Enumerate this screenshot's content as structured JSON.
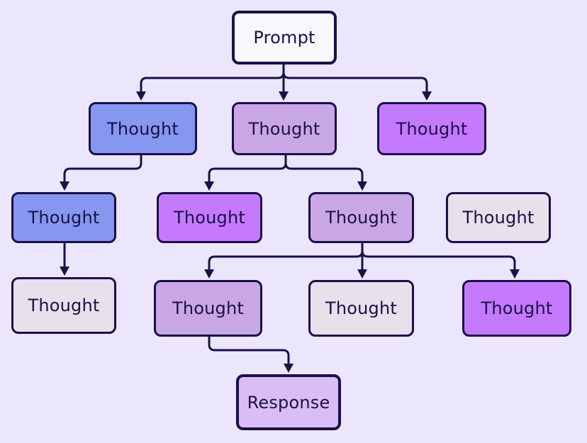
{
  "diagram": {
    "type": "tree-of-thought flowchart",
    "colors": {
      "background": "#ece6fd",
      "stroke": "#1b1049",
      "text": "#1b1049",
      "blue": "#8597ee",
      "lavender": "#c9a7e6",
      "purple": "#c57afe",
      "grey": "#e8e0ea",
      "white": "#f7f7fd",
      "response": "#dbbdf5"
    },
    "nodes": {
      "prompt": {
        "label": "Prompt",
        "color": "white"
      },
      "t1a": {
        "label": "Thought",
        "color": "blue"
      },
      "t1b": {
        "label": "Thought",
        "color": "lavender"
      },
      "t1c": {
        "label": "Thought",
        "color": "purple"
      },
      "t2a": {
        "label": "Thought",
        "color": "blue"
      },
      "t2b": {
        "label": "Thought",
        "color": "purple"
      },
      "t2c": {
        "label": "Thought",
        "color": "lavender"
      },
      "t2d": {
        "label": "Thought",
        "color": "grey"
      },
      "t3a": {
        "label": "Thought",
        "color": "grey"
      },
      "t3b": {
        "label": "Thought",
        "color": "lavender"
      },
      "t3c": {
        "label": "Thought",
        "color": "grey"
      },
      "t3d": {
        "label": "Thought",
        "color": "purple"
      },
      "response": {
        "label": "Response",
        "color": "response"
      }
    },
    "edges": [
      [
        "prompt",
        "t1a"
      ],
      [
        "prompt",
        "t1b"
      ],
      [
        "prompt",
        "t1c"
      ],
      [
        "t1a",
        "t2a"
      ],
      [
        "t1b",
        "t2b"
      ],
      [
        "t1b",
        "t2c"
      ],
      [
        "t2a",
        "t3a"
      ],
      [
        "t2c",
        "t3b"
      ],
      [
        "t2c",
        "t3c"
      ],
      [
        "t2c",
        "t3d"
      ],
      [
        "t3b",
        "response"
      ]
    ]
  }
}
